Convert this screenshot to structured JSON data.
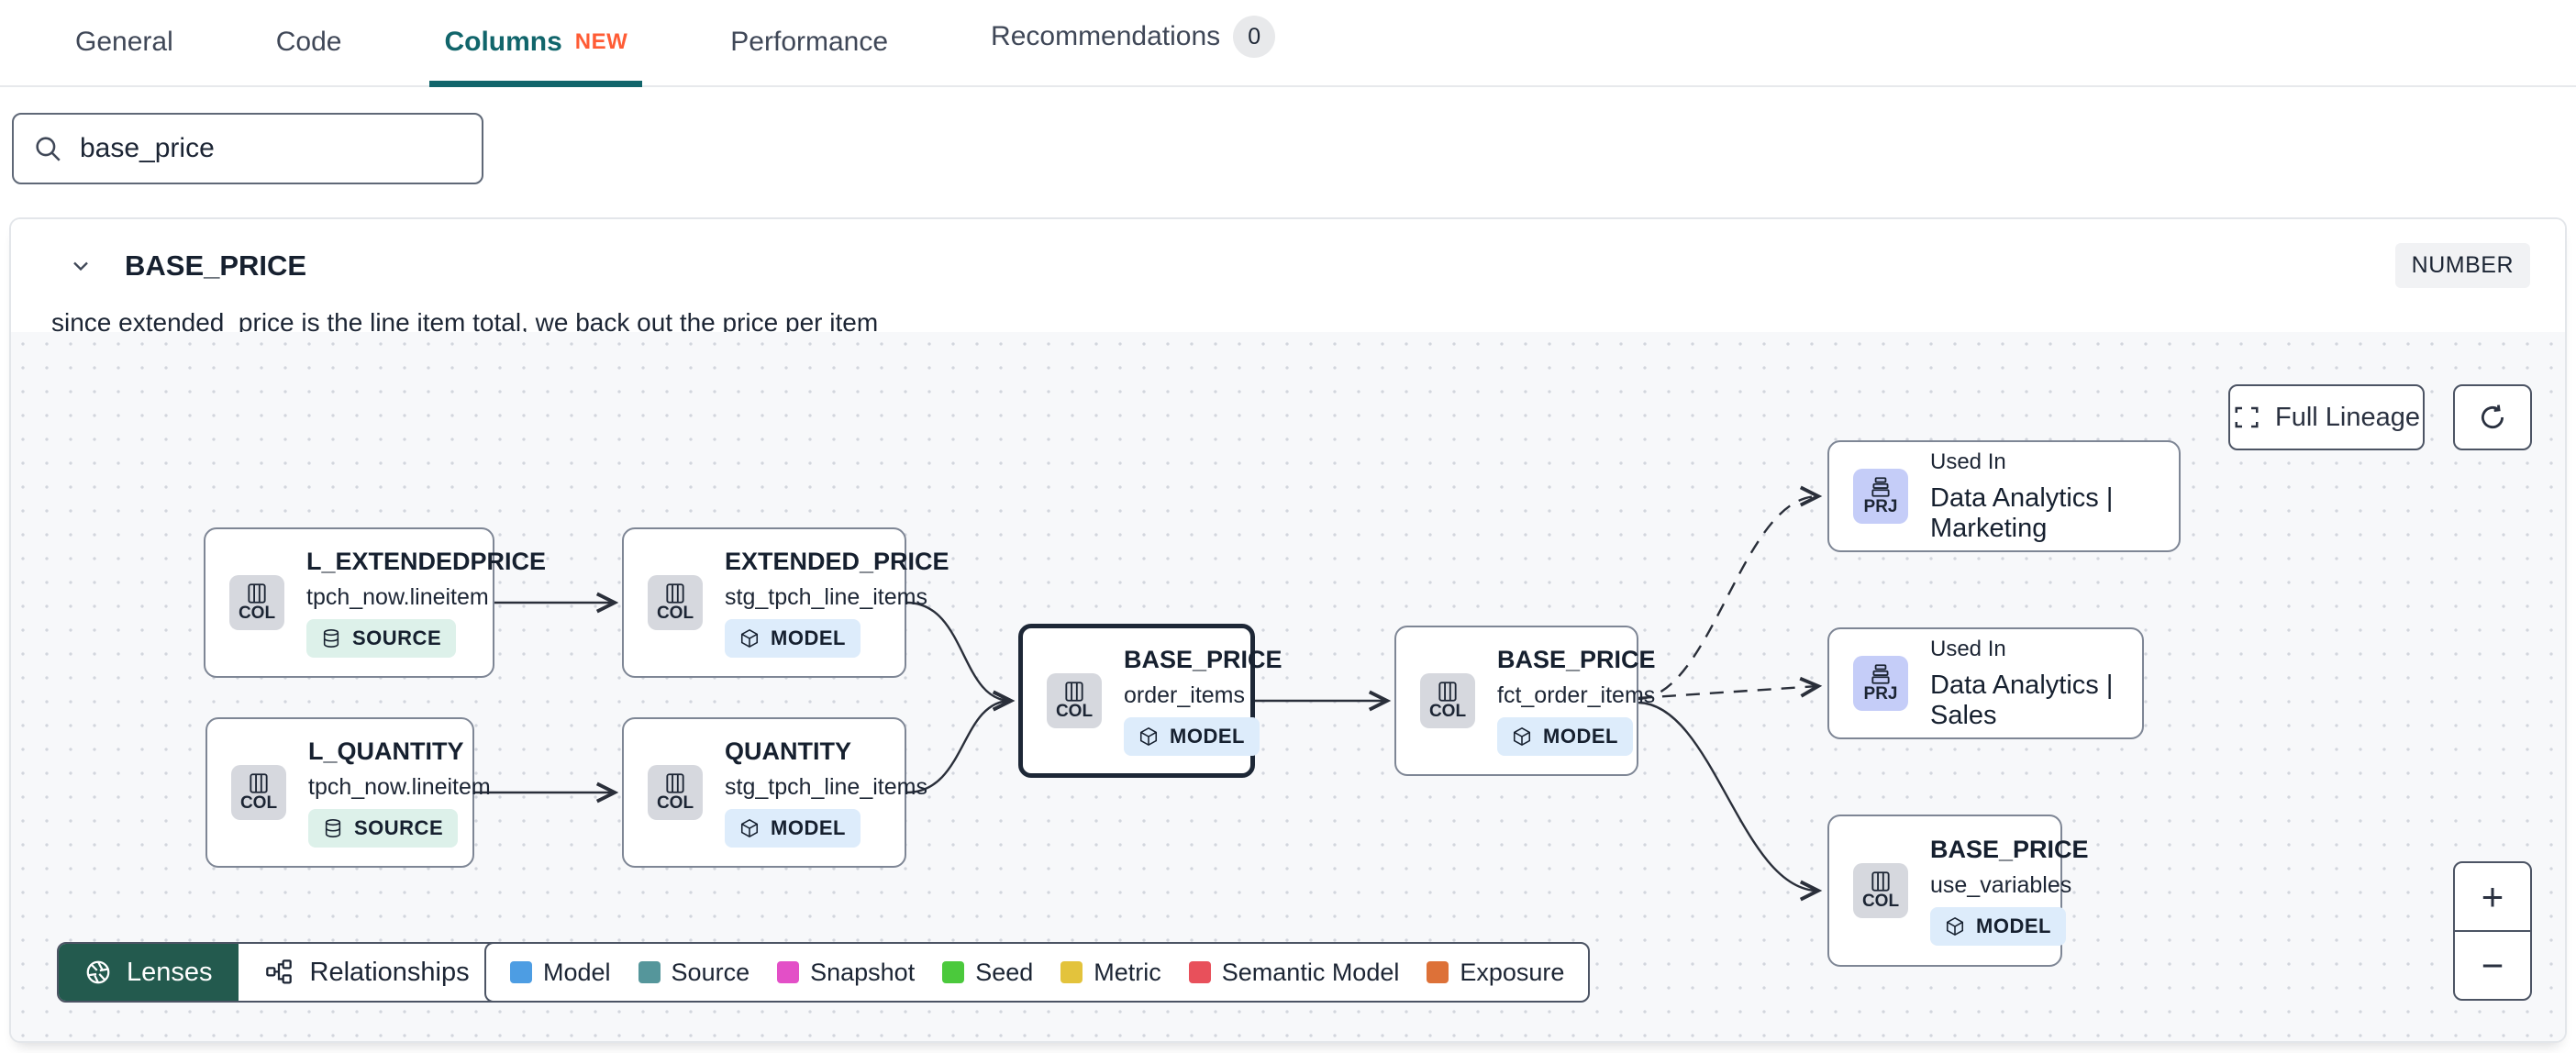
{
  "tabs": {
    "items": [
      {
        "label": "General"
      },
      {
        "label": "Code"
      },
      {
        "label": "Columns",
        "badge": "NEW"
      },
      {
        "label": "Performance"
      },
      {
        "label": "Recommendations",
        "count": "0"
      }
    ]
  },
  "search": {
    "value": "base_price"
  },
  "column": {
    "name": "BASE_PRICE",
    "type_badge": "NUMBER",
    "description": "since extended_price is the line item total, we back out the price per item"
  },
  "lineage": {
    "controls": {
      "full_lineage": "Full Lineage",
      "zoom_in": "+",
      "zoom_out": "−"
    },
    "footer": {
      "lenses": "Lenses",
      "relationships": "Relationships"
    },
    "legend": [
      {
        "label": "Model",
        "color": "#4d9de3"
      },
      {
        "label": "Source",
        "color": "#55969b"
      },
      {
        "label": "Snapshot",
        "color": "#e34fc7"
      },
      {
        "label": "Seed",
        "color": "#4bc93c"
      },
      {
        "label": "Metric",
        "color": "#e3c33c"
      },
      {
        "label": "Semantic Model",
        "color": "#e8505b"
      },
      {
        "label": "Exposure",
        "color": "#dd7138"
      }
    ],
    "nodes": [
      {
        "chip": "COL",
        "title": "L_EXTENDEDPRICE",
        "subtitle": "tpch_now.lineitem",
        "badge": "SOURCE"
      },
      {
        "chip": "COL",
        "title": "EXTENDED_PRICE",
        "subtitle": "stg_tpch_line_items",
        "badge": "MODEL"
      },
      {
        "chip": "COL",
        "title": "L_QUANTITY",
        "subtitle": "tpch_now.lineitem",
        "badge": "SOURCE"
      },
      {
        "chip": "COL",
        "title": "QUANTITY",
        "subtitle": "stg_tpch_line_items",
        "badge": "MODEL"
      },
      {
        "chip": "COL",
        "title": "BASE_PRICE",
        "subtitle": "order_items",
        "badge": "MODEL"
      },
      {
        "chip": "COL",
        "title": "BASE_PRICE",
        "subtitle": "fct_order_items",
        "badge": "MODEL"
      },
      {
        "chip": "PRJ",
        "kicker": "Used In",
        "title": "Data Analytics | Marketing"
      },
      {
        "chip": "PRJ",
        "kicker": "Used In",
        "title": "Data Analytics | Sales"
      },
      {
        "chip": "COL",
        "title": "BASE_PRICE",
        "subtitle": "use_variables",
        "badge": "MODEL"
      }
    ]
  }
}
